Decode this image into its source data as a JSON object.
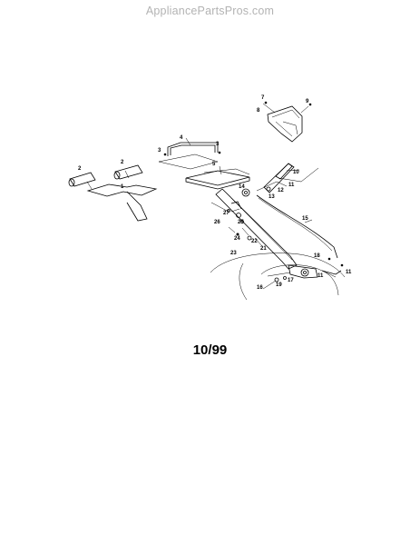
{
  "watermark": "AppliancePartsPros.com",
  "date_code": "10/99",
  "callouts": [
    {
      "id": "c-7",
      "text": "7"
    },
    {
      "id": "c-9",
      "text": "9"
    },
    {
      "id": "c-8",
      "text": "8"
    },
    {
      "id": "c-4",
      "text": "4"
    },
    {
      "id": "c-3a",
      "text": "3"
    },
    {
      "id": "c-3b",
      "text": "3"
    },
    {
      "id": "c-5",
      "text": "5"
    },
    {
      "id": "c-2a",
      "text": "2"
    },
    {
      "id": "c-2b",
      "text": "2"
    },
    {
      "id": "c-1",
      "text": "1"
    },
    {
      "id": "c-10",
      "text": "10"
    },
    {
      "id": "c-11a",
      "text": "11"
    },
    {
      "id": "c-12",
      "text": "12"
    },
    {
      "id": "c-13",
      "text": "13"
    },
    {
      "id": "c-14",
      "text": "14"
    },
    {
      "id": "c-27",
      "text": "27"
    },
    {
      "id": "c-26",
      "text": "26"
    },
    {
      "id": "c-25",
      "text": "25"
    },
    {
      "id": "c-15",
      "text": "15"
    },
    {
      "id": "c-24",
      "text": "24"
    },
    {
      "id": "c-22",
      "text": "22"
    },
    {
      "id": "c-21",
      "text": "21"
    },
    {
      "id": "c-23",
      "text": "23"
    },
    {
      "id": "c-18",
      "text": "18"
    },
    {
      "id": "c-11b",
      "text": "11"
    },
    {
      "id": "c-17",
      "text": "17"
    },
    {
      "id": "c-16",
      "text": "16"
    },
    {
      "id": "c-19",
      "text": "19"
    },
    {
      "id": "c-11c",
      "text": "11"
    }
  ]
}
